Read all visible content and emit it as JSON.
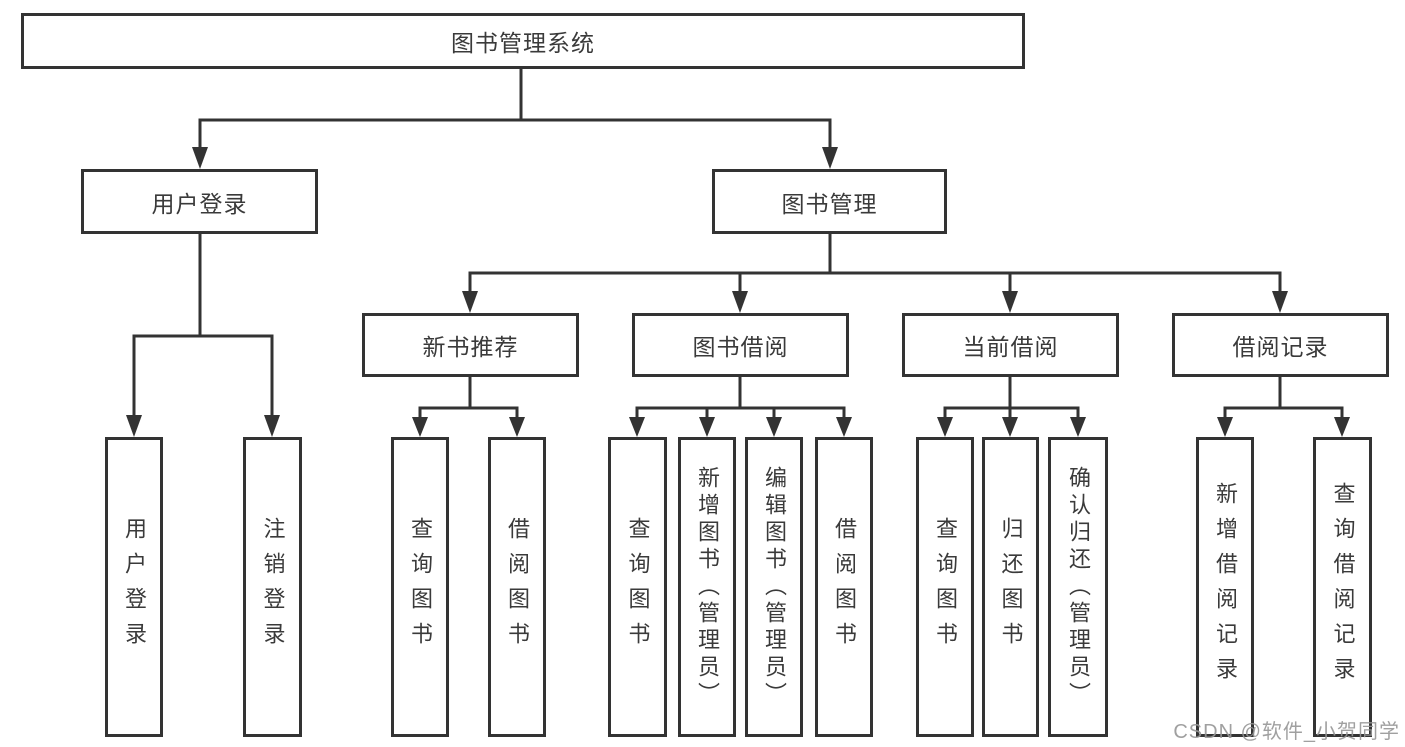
{
  "tree": {
    "label": "图书管理系统",
    "children": [
      {
        "label": "用户登录",
        "children": [
          {
            "label": "用户登录"
          },
          {
            "label": "注销登录"
          }
        ]
      },
      {
        "label": "图书管理",
        "children": [
          {
            "label": "新书推荐",
            "children": [
              {
                "label": "查询图书"
              },
              {
                "label": "借阅图书"
              }
            ]
          },
          {
            "label": "图书借阅",
            "children": [
              {
                "label": "查询图书"
              },
              {
                "label": "新增图书（管理员）"
              },
              {
                "label": "编辑图书（管理员）"
              },
              {
                "label": "借阅图书"
              }
            ]
          },
          {
            "label": "当前借阅",
            "children": [
              {
                "label": "查询图书"
              },
              {
                "label": "归还图书"
              },
              {
                "label": "确认归还（管理员）"
              }
            ]
          },
          {
            "label": "借阅记录",
            "children": [
              {
                "label": "新增借阅记录"
              },
              {
                "label": "查询借阅记录"
              }
            ]
          }
        ]
      }
    ]
  },
  "watermark": "CSDN @软件_小贺同学",
  "colors": {
    "line": "#333333",
    "text": "#3a3a3a",
    "background": "#ffffff",
    "watermark": "#969696"
  }
}
